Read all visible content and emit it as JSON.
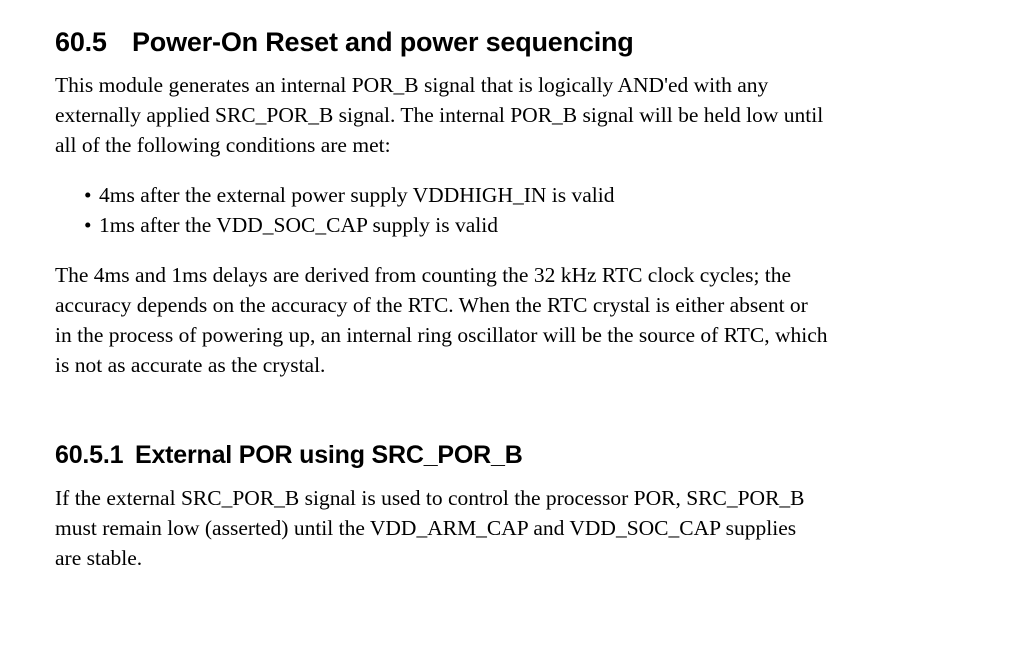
{
  "section": {
    "number": "60.5",
    "title": "Power-On Reset and power sequencing"
  },
  "intro_paragraph": {
    "lines": [
      "This module generates an internal POR_B signal that is logically AND'ed with any",
      "externally applied SRC_POR_B signal. The internal POR_B signal will be held low until",
      "all of the following conditions are met:"
    ]
  },
  "conditions": {
    "bullet_glyph": "•",
    "items": [
      "4ms after the external power supply VDDHIGH_IN is valid",
      "1ms after the VDD_SOC_CAP supply is valid"
    ]
  },
  "delays_paragraph": {
    "lines": [
      "The 4ms and 1ms delays are derived from counting the 32 kHz RTC clock cycles; the",
      "accuracy depends on the accuracy of the RTC. When the RTC crystal is either absent or",
      "in the process of powering up, an internal ring oscillator will be the source of RTC, which",
      "is not as accurate as the crystal."
    ]
  },
  "subsection": {
    "number": "60.5.1",
    "title": "External POR using SRC_POR_B"
  },
  "subsection_paragraph": {
    "lines": [
      "If the external SRC_POR_B signal is used to control the processor POR, SRC_POR_B",
      "must remain low (asserted) until the VDD_ARM_CAP and VDD_SOC_CAP supplies",
      "are stable."
    ]
  },
  "colors": {
    "page_background": "#ffffff",
    "text": "#000000"
  }
}
